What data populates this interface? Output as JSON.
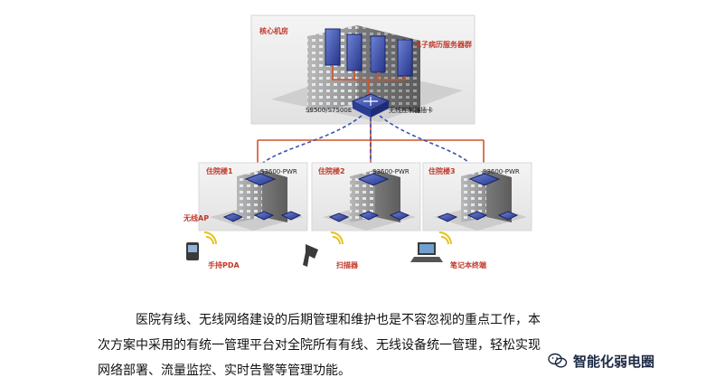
{
  "diagram": {
    "core_room_label": "核心机房",
    "server_cluster_label": "电子病历服务器群",
    "core_switch_label": "S9500/S7500E",
    "wireless_card_label": "无线控制器插卡",
    "buildings": [
      {
        "name": "住院楼1",
        "switch": "S3600-PWR"
      },
      {
        "name": "住院楼2",
        "switch": "S3600-PWR"
      },
      {
        "name": "住院楼3",
        "switch": "S3600-PWR"
      }
    ],
    "ap_label": "无线AP",
    "terminals": [
      {
        "label": "手持PDA",
        "icon": "pda-icon"
      },
      {
        "label": "扫描器",
        "icon": "scanner-icon"
      },
      {
        "label": "笔记本终端",
        "icon": "laptop-icon"
      }
    ],
    "colors": {
      "wired": "#d0532a",
      "wireless": "#3b4fb0",
      "label_red": "#c0392b"
    }
  },
  "caption": {
    "line1": "医院有线、无线网络建设的后期管理和维护也是不容忽视的重点工作，本",
    "line2": "次方案中采用的有统一管理平台对全院所有有线、无线设备统一管理，轻松实现",
    "line3": "网络部署、流量监控、实时告警等管理功能。"
  },
  "watermark": {
    "text": "智能化弱电圈",
    "icon": "wechat-icon"
  }
}
